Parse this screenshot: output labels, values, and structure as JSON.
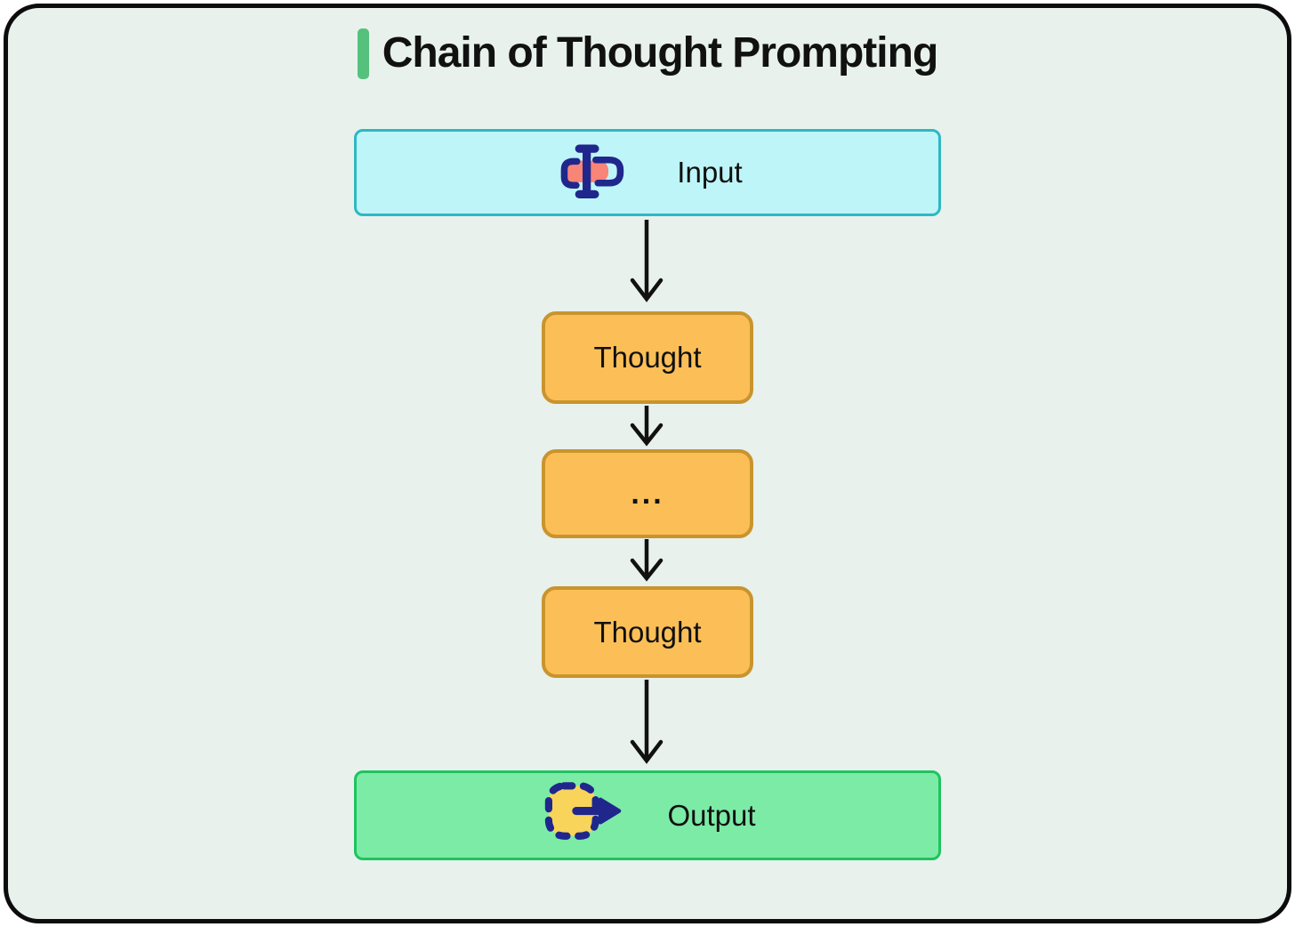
{
  "title": {
    "text": "Chain of Thought Prompting",
    "accent_color": "#55C17D"
  },
  "flow": {
    "nodes": [
      {
        "id": "input",
        "label": "Input",
        "type": "input",
        "icon": "text-input-cursor-icon"
      },
      {
        "id": "thought-1",
        "label": "Thought",
        "type": "thought",
        "icon": null
      },
      {
        "id": "ellipsis",
        "label": "...",
        "type": "thought",
        "icon": null
      },
      {
        "id": "thought-2",
        "label": "Thought",
        "type": "thought",
        "icon": null
      },
      {
        "id": "output",
        "label": "Output",
        "type": "output",
        "icon": "export-arrow-icon"
      }
    ],
    "connections": [
      {
        "from": "input",
        "to": "thought-1"
      },
      {
        "from": "thought-1",
        "to": "ellipsis"
      },
      {
        "from": "ellipsis",
        "to": "thought-2"
      },
      {
        "from": "thought-2",
        "to": "output"
      }
    ]
  },
  "colors": {
    "canvas_background": "#E8F1EC",
    "frame_border": "#0C0C0C",
    "title_accent": "#55C17D",
    "input_fill": "#BEF5F8",
    "input_border": "#2FB7C4",
    "thought_fill": "#FCBF57",
    "thought_border": "#C9942D",
    "output_fill": "#7CEBA6",
    "output_border": "#1EC360",
    "icon_navy": "#20278C",
    "icon_salmon": "#F98478",
    "icon_yellow": "#F8D45B",
    "arrow": "#111111",
    "text": "#101010"
  }
}
